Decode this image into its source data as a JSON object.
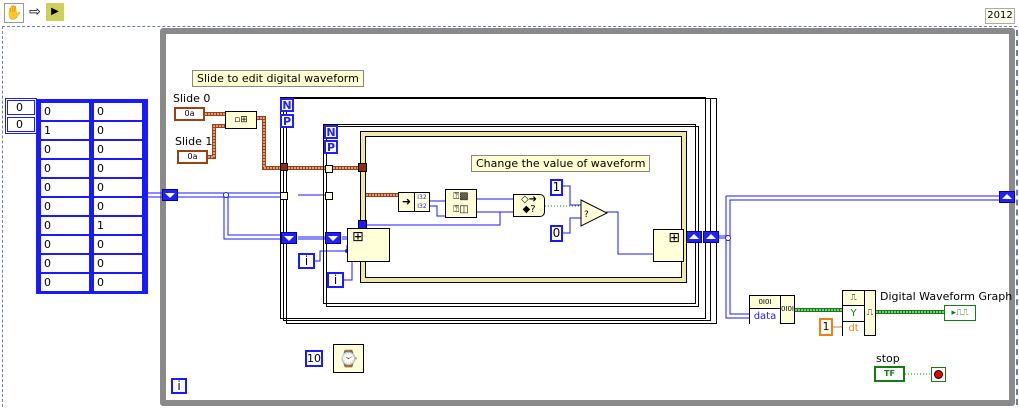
{
  "toolbar": {
    "version": "2012",
    "tools": [
      "hand-tool",
      "run-arrow",
      "highlight-execution"
    ]
  },
  "comments": {
    "slide": "Slide to edit digital waveform",
    "change": "Change the value of waveform"
  },
  "array_constant": {
    "index": [
      "0",
      "0"
    ],
    "rows": [
      [
        "0",
        "0"
      ],
      [
        "1",
        "0"
      ],
      [
        "0",
        "0"
      ],
      [
        "0",
        "0"
      ],
      [
        "0",
        "0"
      ],
      [
        "0",
        "0"
      ],
      [
        "0",
        "1"
      ],
      [
        "0",
        "0"
      ],
      [
        "0",
        "0"
      ],
      [
        "0",
        "0"
      ]
    ]
  },
  "controls": {
    "slide0": "Slide 0",
    "slide1": "Slide 1",
    "slide_glyph": "0a",
    "stop": "stop",
    "stop_glyph": "TF"
  },
  "loops": {
    "n": "N",
    "p": "P",
    "i": "i"
  },
  "constants": {
    "true_val": "1",
    "false_val": "0",
    "wait_ms": "10",
    "dt_val": "1"
  },
  "nodes": {
    "converter": "I32",
    "digital_bits": "0I0I",
    "data": "data",
    "y": "Y",
    "dt": "dt"
  },
  "indicators": {
    "graph": "Digital Waveform Graph"
  },
  "colors": {
    "int_wire": "#1a1aff",
    "cluster_wire": "#a04010",
    "waveform_wire": "#108010",
    "loop_border": "#888888",
    "comment_bg": "#ffffd2"
  }
}
